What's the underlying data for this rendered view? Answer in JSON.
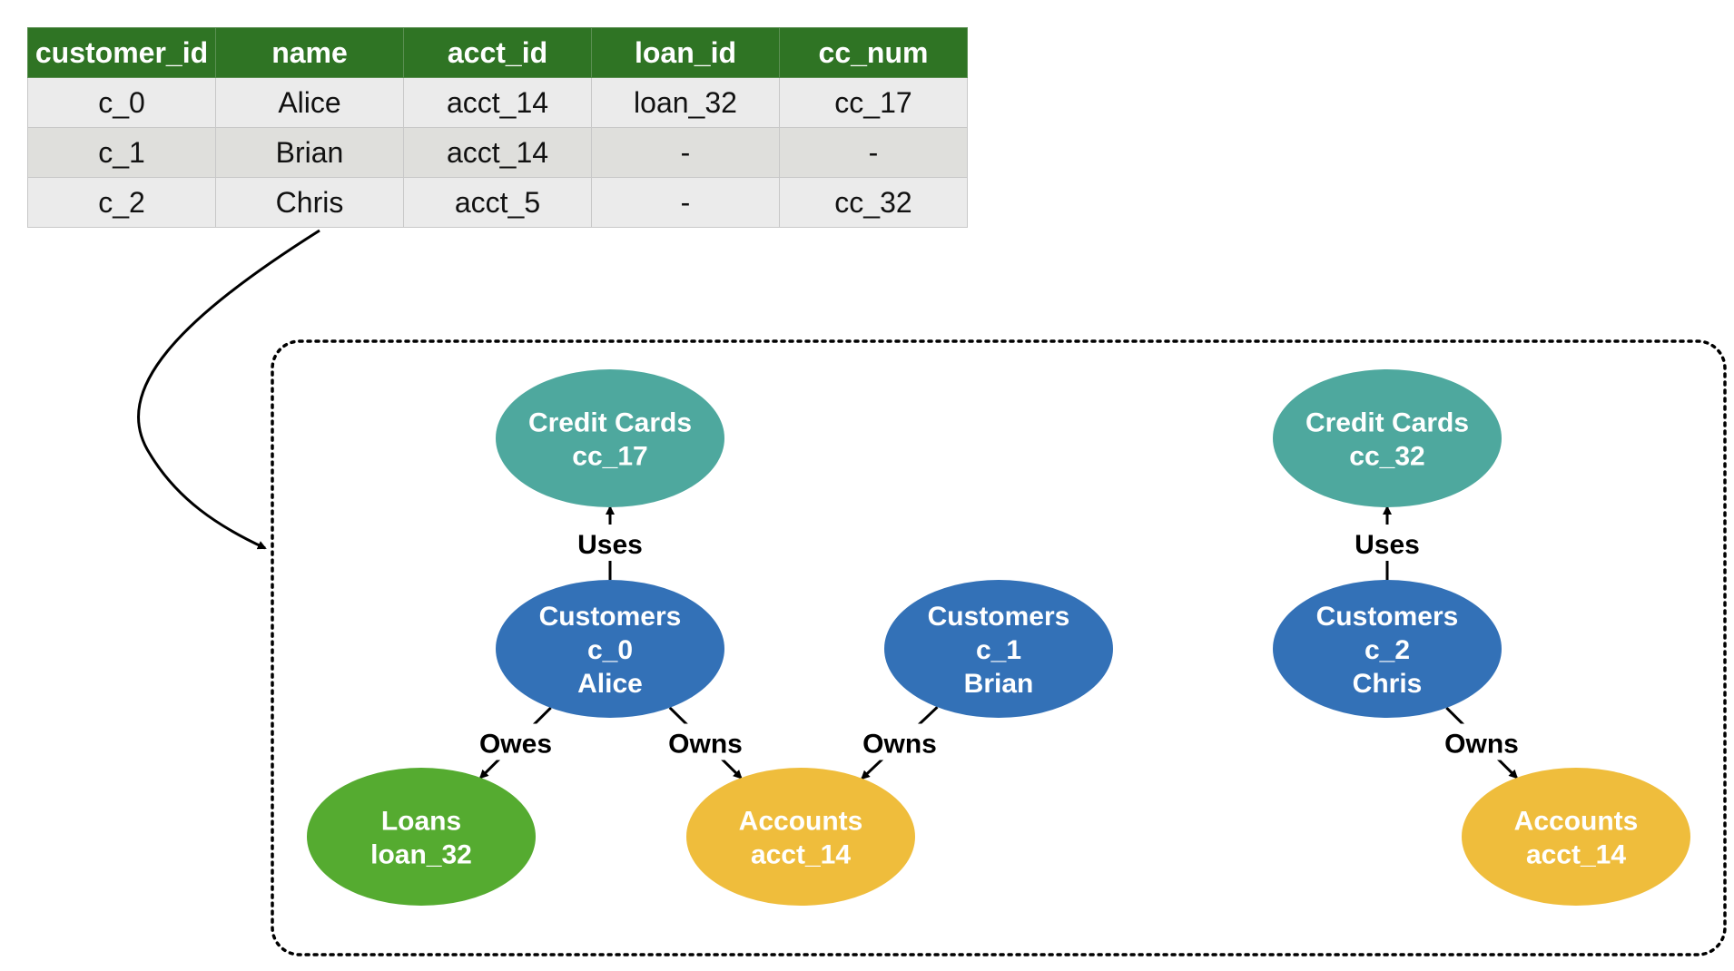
{
  "table": {
    "headers": [
      "customer_id",
      "name",
      "acct_id",
      "loan_id",
      "cc_num"
    ],
    "rows": [
      [
        "c_0",
        "Alice",
        "acct_14",
        "loan_32",
        "cc_17"
      ],
      [
        "c_1",
        "Brian",
        "acct_14",
        "-",
        "-"
      ],
      [
        "c_2",
        "Chris",
        "acct_5",
        "-",
        "cc_32"
      ]
    ]
  },
  "graph": {
    "nodes": [
      {
        "id": "cc17",
        "lines": [
          "Credit Cards",
          "cc_17"
        ],
        "color": "#4ea89e"
      },
      {
        "id": "cust0",
        "lines": [
          "Customers",
          "c_0",
          "Alice"
        ],
        "color": "#3371b7"
      },
      {
        "id": "cust1",
        "lines": [
          "Customers",
          "c_1",
          "Brian"
        ],
        "color": "#3371b7"
      },
      {
        "id": "loan32",
        "lines": [
          "Loans",
          "loan_32"
        ],
        "color": "#55ab30"
      },
      {
        "id": "acct14a",
        "lines": [
          "Accounts",
          "acct_14"
        ],
        "color": "#efbd3c"
      },
      {
        "id": "cc32",
        "lines": [
          "Credit Cards",
          "cc_32"
        ],
        "color": "#4ea89e"
      },
      {
        "id": "cust2",
        "lines": [
          "Customers",
          "c_2",
          "Chris"
        ],
        "color": "#3371b7"
      },
      {
        "id": "acct14b",
        "lines": [
          "Accounts",
          "acct_14"
        ],
        "color": "#efbd3c"
      }
    ],
    "edges": [
      {
        "from": "cust0",
        "to": "cc17",
        "label": "Uses"
      },
      {
        "from": "cust0",
        "to": "loan32",
        "label": "Owes"
      },
      {
        "from": "cust0",
        "to": "acct14a",
        "label": "Owns"
      },
      {
        "from": "cust1",
        "to": "acct14a",
        "label": "Owns"
      },
      {
        "from": "cust2",
        "to": "cc32",
        "label": "Uses"
      },
      {
        "from": "cust2",
        "to": "acct14b",
        "label": "Owns"
      }
    ]
  }
}
